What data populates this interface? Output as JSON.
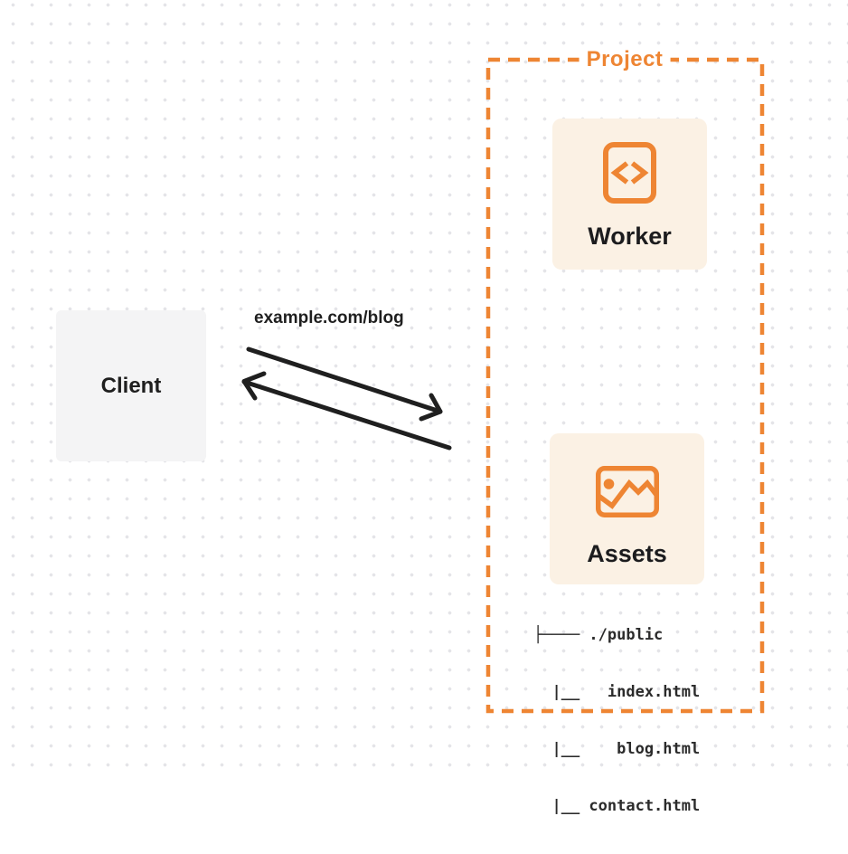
{
  "diagram": {
    "client": {
      "label": "Client"
    },
    "request_label": "example.com/blog",
    "project": {
      "label": "Project",
      "worker": {
        "label": "Worker"
      },
      "assets": {
        "label": "Assets"
      },
      "file_tree": [
        "├──── ./public",
        "  |__   index.html",
        "  |__    blog.html",
        "  |__ contact.html"
      ]
    }
  },
  "colors": {
    "accent_orange": "#EE8533",
    "card_background": "#FBF1E4",
    "client_background": "#F4F4F5",
    "ink": "#1F1F1F",
    "tree_text": "#2B2B2B",
    "dot_grid": "#E4E4E8"
  }
}
